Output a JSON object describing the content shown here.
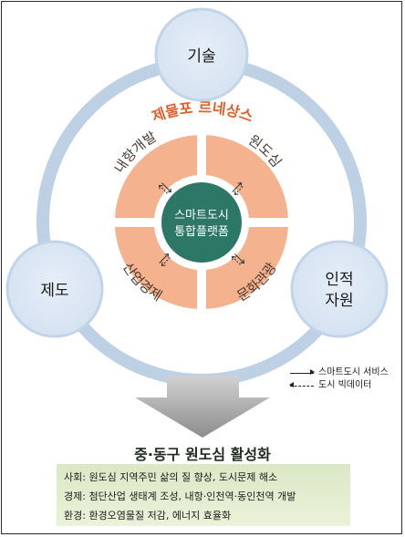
{
  "nodes": {
    "tech": "기술",
    "system": "제도",
    "human": [
      "인적",
      "자원"
    ]
  },
  "ring_title": "제물포 르네상스",
  "segments": [
    "내항개발",
    "원도심",
    "산업경제",
    "문화관광"
  ],
  "center": [
    "스마트도시",
    "통합플랫폼"
  ],
  "legend": {
    "service": "스마트도시 서비스",
    "bigdata": "도시 빅데이터"
  },
  "result": {
    "title": "중·동구 원도심 활성화",
    "lines": [
      "사회: 원도심 지역주민 삶의 질 향상, 도시문제 해소",
      "경제: 첨단산업 생태계 조성, 내항·인천역·동인천역 개발",
      "환경: 환경오염물질 저감, 에너지 효율화"
    ]
  },
  "colors": {
    "outer_ring": "#bdd0e4",
    "node_fill": "#d8e5f3",
    "node_border": "#c2d4ea",
    "segment": "#f4b28f",
    "center": "#2d7767",
    "title": "#e0602c",
    "arrow": "#9a9a9a",
    "result_box": "#dbe8c4"
  }
}
